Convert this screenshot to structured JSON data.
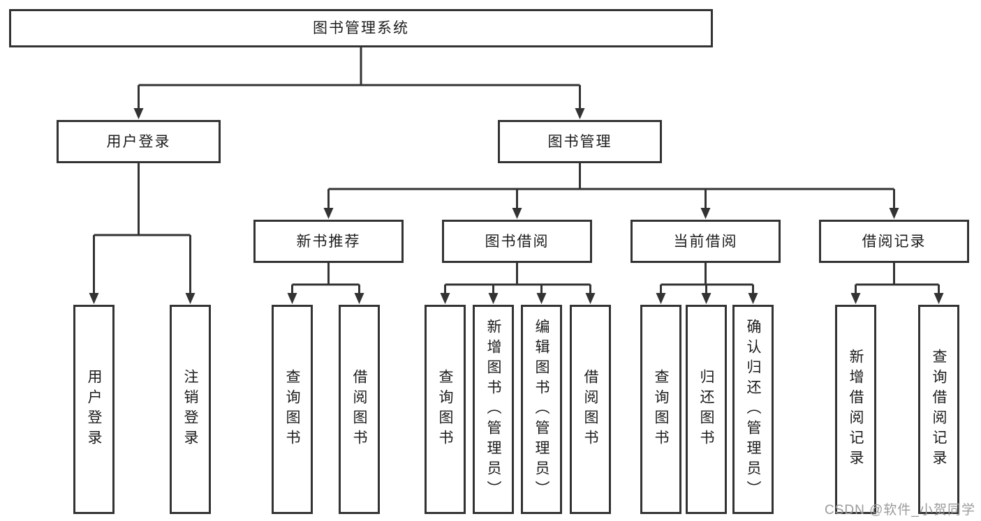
{
  "tree": {
    "label": "图书管理系统",
    "children": [
      {
        "label": "用户登录",
        "children": [
          {
            "label": "用户登录"
          },
          {
            "label": "注销登录"
          }
        ]
      },
      {
        "label": "图书管理",
        "children": [
          {
            "label": "新书推荐",
            "children": [
              {
                "label": "查询图书"
              },
              {
                "label": "借阅图书"
              }
            ]
          },
          {
            "label": "图书借阅",
            "children": [
              {
                "label": "查询图书"
              },
              {
                "label": "新增图书（管理员）"
              },
              {
                "label": "编辑图书（管理员）"
              },
              {
                "label": "借阅图书"
              }
            ]
          },
          {
            "label": "当前借阅",
            "children": [
              {
                "label": "查询图书"
              },
              {
                "label": "归还图书"
              },
              {
                "label": "确认归还（管理员）"
              }
            ]
          },
          {
            "label": "借阅记录",
            "children": [
              {
                "label": "新增借阅记录"
              },
              {
                "label": "查询借阅记录"
              }
            ]
          }
        ]
      }
    ]
  },
  "watermark": {
    "text": "CSDN @软件_小贺同学"
  },
  "colors": {
    "line": "#333333",
    "box_border": "#333333",
    "text": "#1c1c1c",
    "watermark": "#9b9b9b",
    "background": "#ffffff"
  }
}
